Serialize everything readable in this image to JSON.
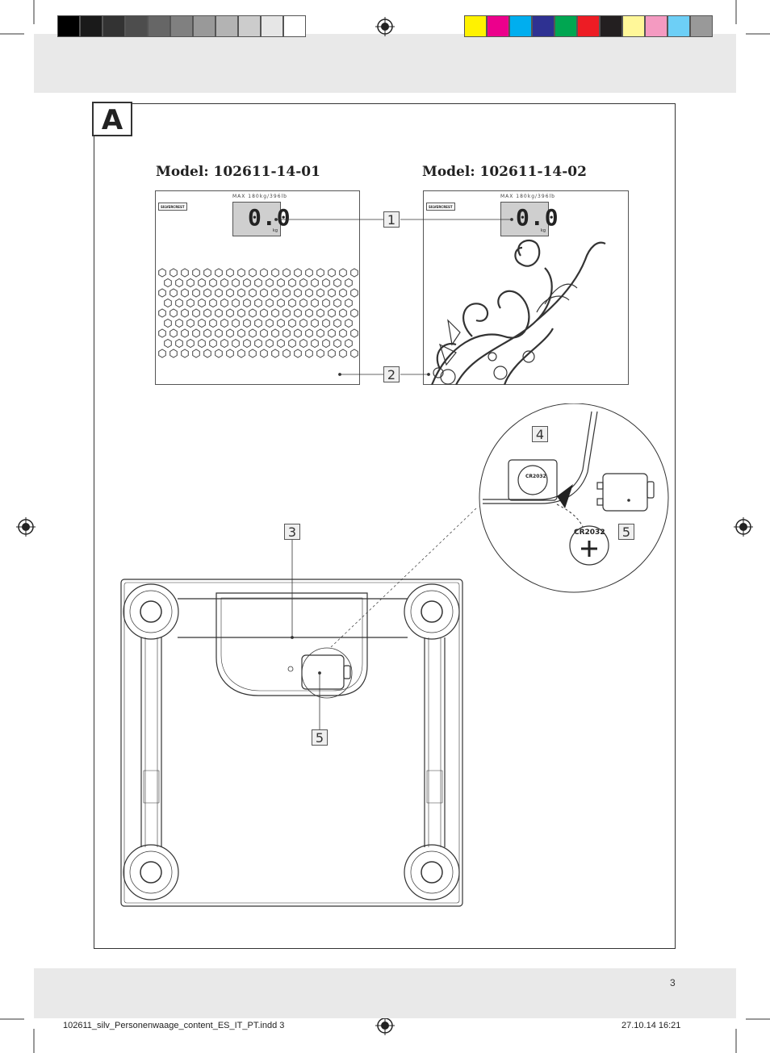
{
  "section_letter": "A",
  "models": [
    {
      "label": "Model: 102611-14-01",
      "max_label": "MAX  180kg/396lb",
      "reading": "0.0",
      "unit": "kg",
      "brand": "SILVERCREST"
    },
    {
      "label": "Model: 102611-14-02",
      "max_label": "MAX  180kg/396lb",
      "reading": "0.0",
      "unit": "kg",
      "brand": "SILVERCREST"
    }
  ],
  "callouts": {
    "c1": "1",
    "c2": "2",
    "c3": "3",
    "c4": "4",
    "c5a": "5",
    "c5b": "5"
  },
  "battery": {
    "label": "CR2032",
    "holder_label": "CR2032"
  },
  "page_number": "3",
  "footer": {
    "file": "102611_silv_Personenwaage_content_ES_IT_PT.indd   3",
    "datetime": "27.10.14   16:21"
  },
  "colors": {
    "grays": [
      "#000000",
      "#1a1a1a",
      "#333333",
      "#4d4d4d",
      "#666666",
      "#808080",
      "#999999",
      "#b3b3b3",
      "#cccccc",
      "#e6e6e6",
      "#ffffff"
    ],
    "process": [
      "#fff200",
      "#ec008c",
      "#00aeef",
      "#2e3192",
      "#00a651",
      "#ed1c24",
      "#231f20",
      "#fff799",
      "#f49ac1",
      "#6dcff6",
      "#999999"
    ]
  }
}
